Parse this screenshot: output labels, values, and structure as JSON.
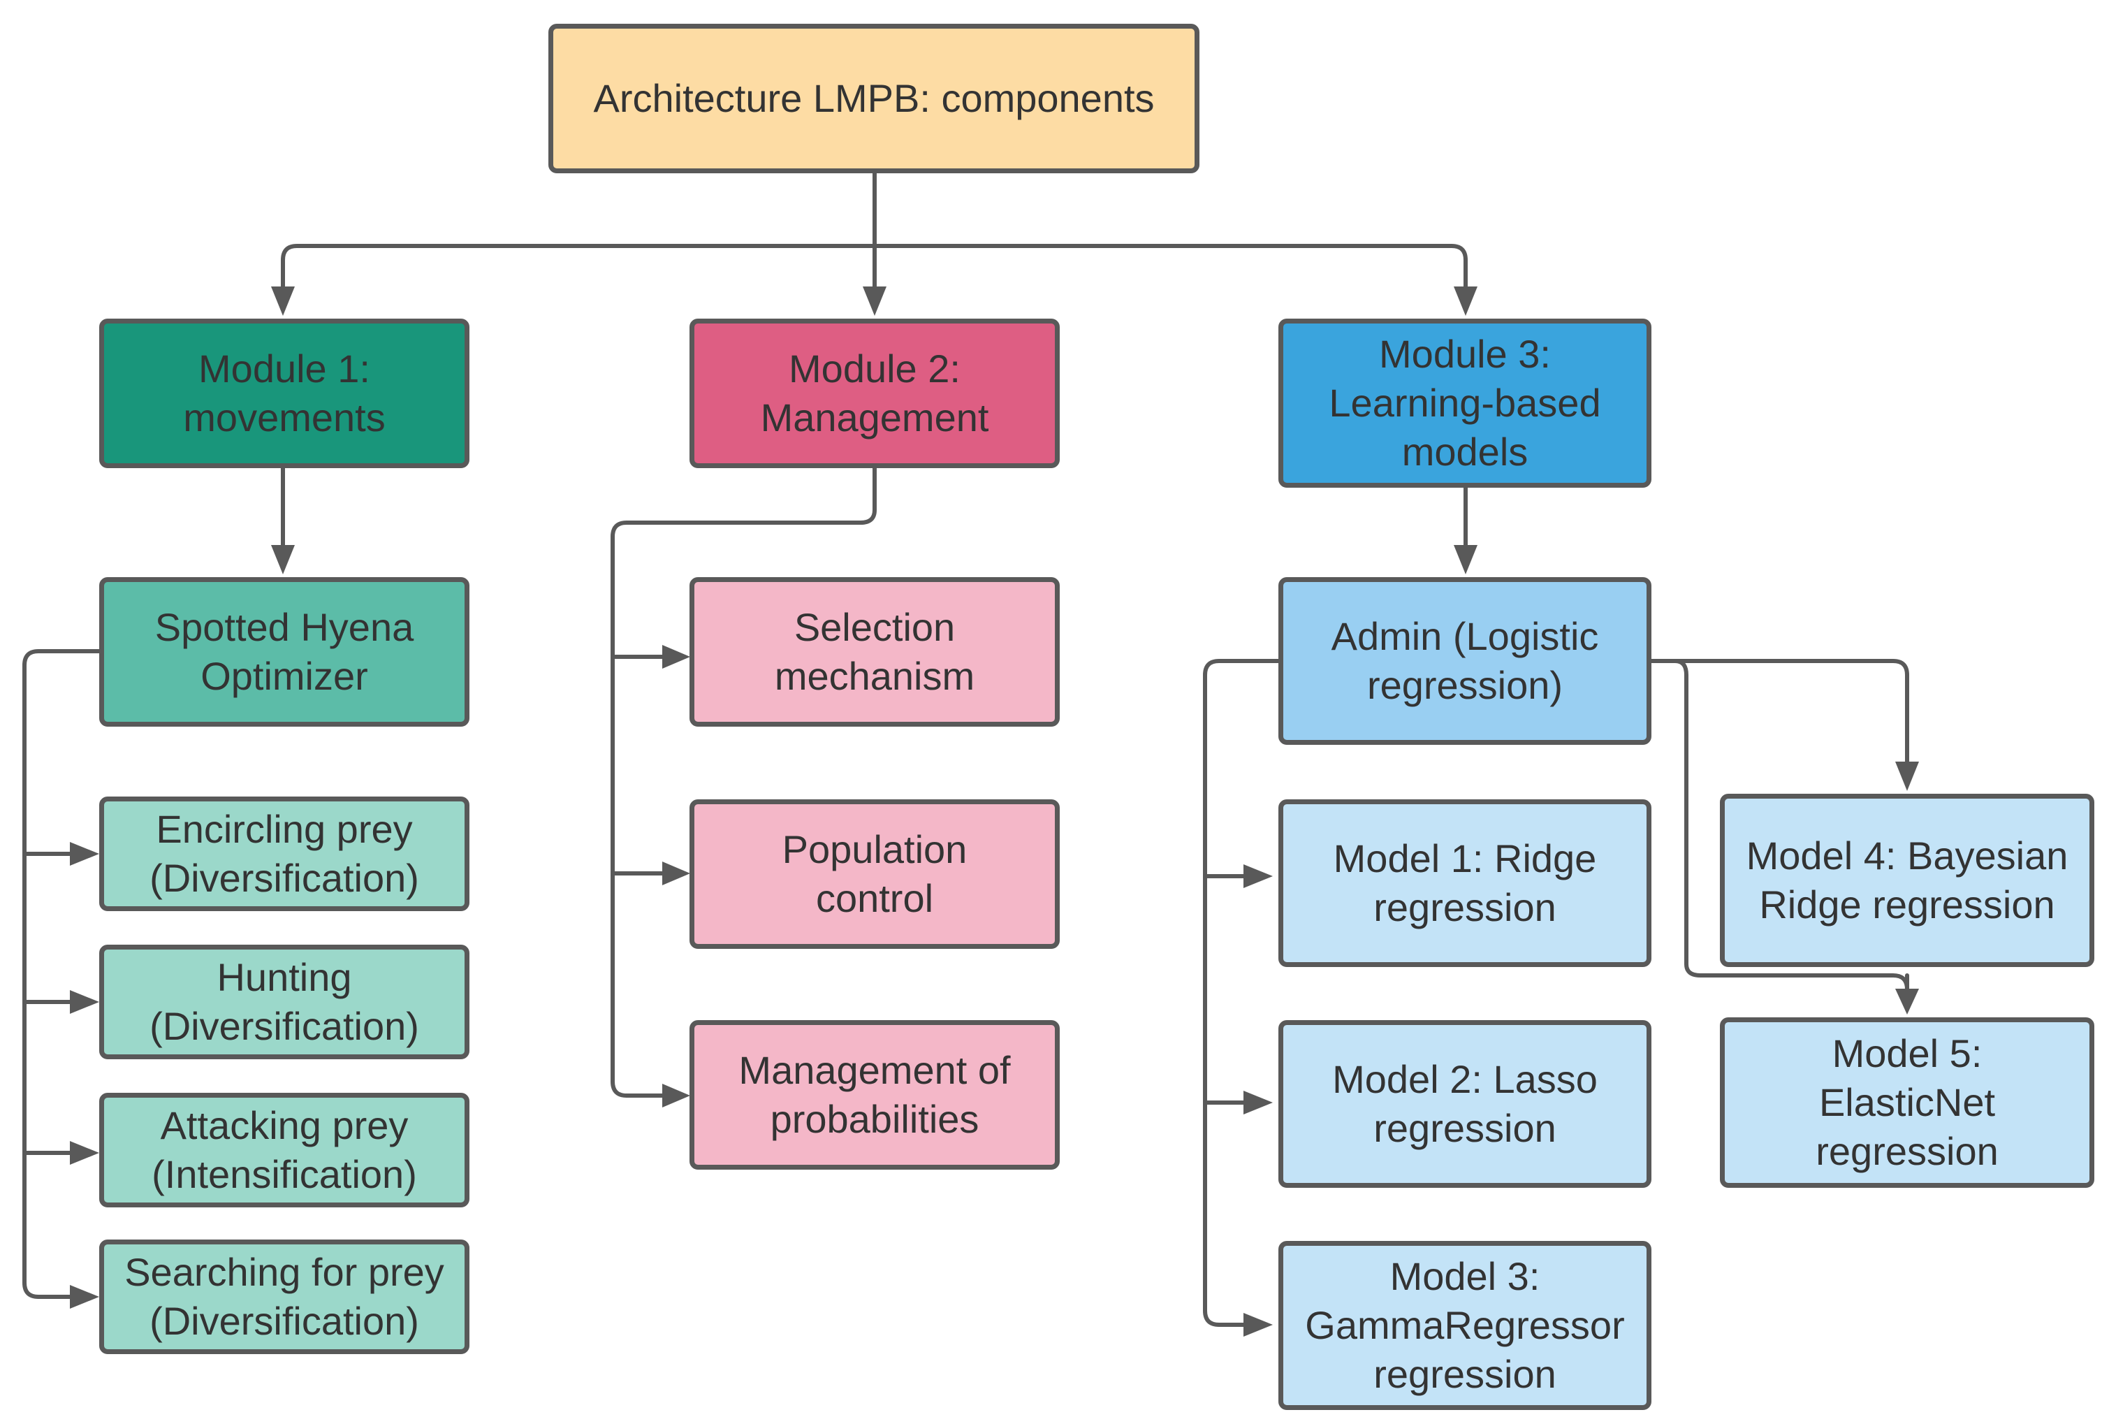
{
  "colors": {
    "root": "#fddca4",
    "module1": "#19967b",
    "module1_child": "#5cbca8",
    "module1_leaf": "#9bd8ca",
    "module2": "#de5e83",
    "module2_leaf": "#f4b7c8",
    "module3": "#3aa4dd",
    "module3_child": "#99cff2",
    "module3_leaf": "#c3e3f7",
    "border": "#595959",
    "connector": "#595959"
  },
  "root": {
    "label": "Architecture LMPB: components"
  },
  "module1": {
    "title": "Module 1: movements",
    "optimizer": "Spotted Hyena Optimizer",
    "steps": [
      "Encircling prey (Diversification)",
      "Hunting (Diversification)",
      "Attacking prey (Intensification)",
      "Searching for prey (Diversification)"
    ]
  },
  "module2": {
    "title": "Module 2: Management",
    "items": [
      "Selection mechanism",
      "Population control",
      "Management of probabilities"
    ]
  },
  "module3": {
    "title": "Module 3: Learning-based models",
    "admin": "Admin (Logistic regression)",
    "models": [
      "Model 1: Ridge regression",
      "Model 2: Lasso regression",
      "Model 3: GammaRegressor regression",
      "Model 4: Bayesian Ridge regression",
      "Model 5: ElasticNet regression"
    ]
  }
}
